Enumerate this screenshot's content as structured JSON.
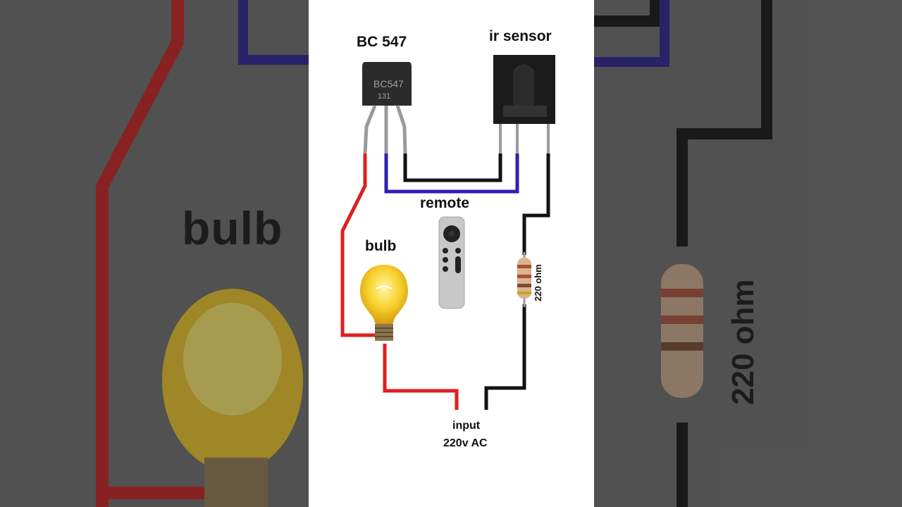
{
  "diagram": {
    "labels": {
      "transistor": "BC 547",
      "sensor": "ir sensor",
      "remote": "remote",
      "bulb": "bulb",
      "resistor": "220 ohm",
      "input_line1": "input",
      "input_line2": "220v AC"
    },
    "transistor_marking": [
      "BC547",
      "131"
    ],
    "background_labels": {
      "left": "bulb",
      "right": "220 ohm"
    },
    "wire_colors": {
      "red": "#e01e1e",
      "blue": "#2f1fb0",
      "black": "#111111"
    }
  }
}
